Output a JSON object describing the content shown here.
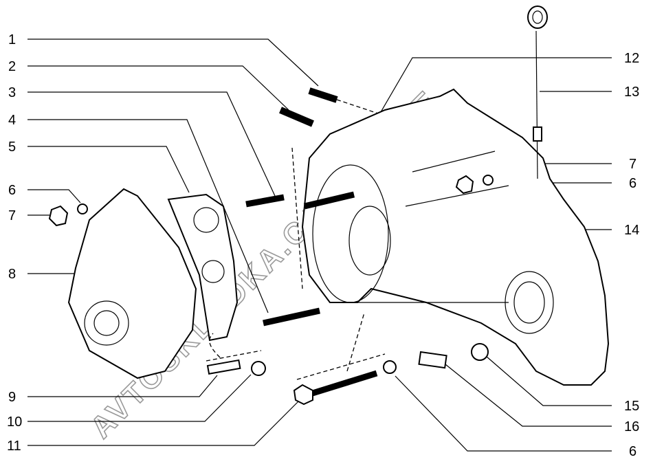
{
  "diagram": {
    "watermark": "AVTOSKLADKA.CAT.ONLINE",
    "callouts_left": [
      "1",
      "2",
      "3",
      "4",
      "5",
      "6",
      "7",
      "8",
      "9",
      "10",
      "11"
    ],
    "callouts_right": [
      "12",
      "13",
      "7",
      "6",
      "14",
      "15",
      "16",
      "6"
    ]
  }
}
